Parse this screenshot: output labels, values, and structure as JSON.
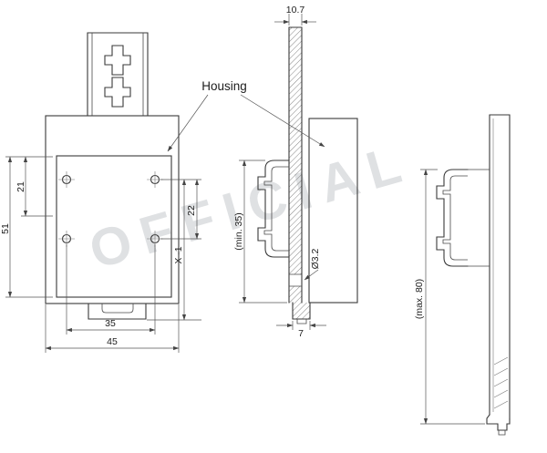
{
  "watermark": {
    "text": "OFFICIAL"
  },
  "labels": {
    "housing": "Housing"
  },
  "front_view": {
    "dim_21": "21",
    "dim_51": "51",
    "dim_22": "22",
    "dim_x1": "X -1",
    "dim_35": "35",
    "dim_45": "45"
  },
  "section_view": {
    "dim_rail_thickness": "10.7",
    "dim_min_35": "(min. 35)",
    "dim_hole_diameter": "Ø3.2",
    "dim_7": "7"
  },
  "side_view": {
    "dim_max_80": "(max. 80)"
  }
}
